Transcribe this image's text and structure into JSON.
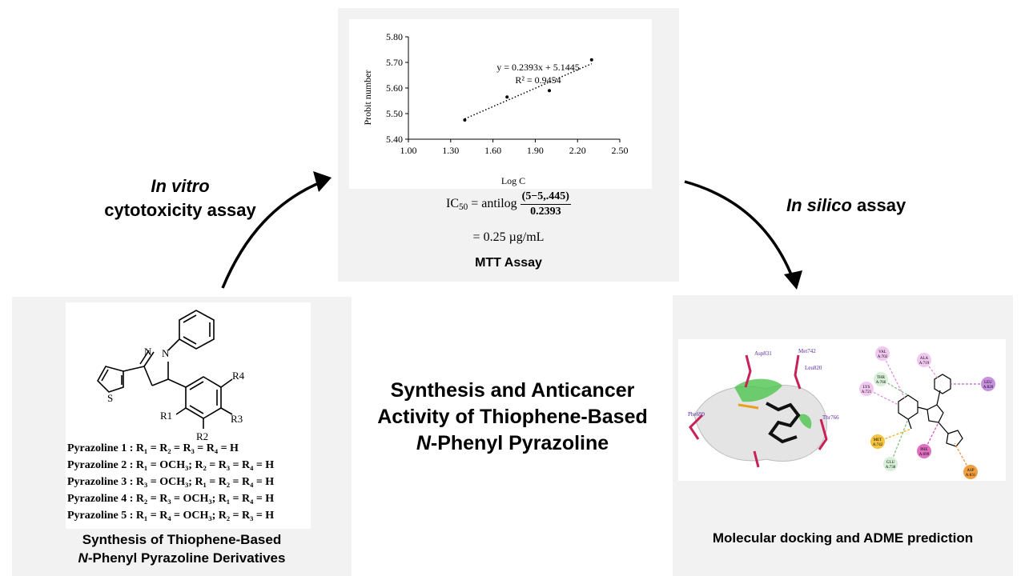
{
  "arrows": {
    "left_label_italic": "In vitro",
    "left_label_rest": "cytotoxicity assay",
    "right_label_italic": "In silico",
    "right_label_rest": "assay"
  },
  "center_title": {
    "line1": "Synthesis and Anticancer",
    "line2": "Activity of Thiophene-Based",
    "line3_italic": "N",
    "line3_rest": "-Phenyl Pyrazoline"
  },
  "mtt_panel": {
    "caption": "MTT Assay",
    "ic50_lhs": "IC",
    "ic50_sub": "50",
    "ic50_mid": " = antilog ",
    "ic50_num": "(5−5,.445)",
    "ic50_den": "0.2393",
    "result": "= 0.25 µg/mL"
  },
  "chart_data": {
    "type": "scatter",
    "x": [
      1.4,
      1.7,
      2.0,
      2.3
    ],
    "y": [
      5.475,
      5.565,
      5.59,
      5.71
    ],
    "trendline": {
      "slope": 0.2393,
      "intercept": 5.1445,
      "x_range": [
        1.4,
        2.3
      ],
      "style": "dotted"
    },
    "equation": "y = 0.2393x + 5.1445",
    "r_squared": "R² = 0.9454",
    "xlabel": "Log C",
    "ylabel": "Probit number",
    "xlim": [
      1.0,
      2.5
    ],
    "ylim": [
      5.4,
      5.8
    ],
    "x_ticks": [
      "1.00",
      "1.30",
      "1.60",
      "1.90",
      "2.20",
      "2.50"
    ],
    "y_ticks": [
      "5.40",
      "5.50",
      "5.60",
      "5.70",
      "5.80"
    ],
    "grid": false
  },
  "synthesis_panel": {
    "caption_line1": "Synthesis of Thiophene-Based",
    "caption_line2_italic": "N",
    "caption_line2_rest": "-Phenyl Pyrazoline Derivatives",
    "atoms": {
      "n1": "N",
      "n2": "N",
      "s": "S",
      "r1": "R1",
      "r2": "R2",
      "r3": "R3",
      "r4": "R4"
    },
    "substituents": [
      "Pyrazoline 1 : R₁ = R₂ = R₃ = R₄ = H",
      "Pyrazoline 2 : R₁ = OCH₃; R₂ = R₃ = R₄ = H",
      "Pyrazoline 3 : R₃ = OCH₃; R₁ = R₂ = R₄ = H",
      "Pyrazoline 4 : R₂ = R₃ = OCH₃; R₁ = R₄ = H",
      "Pyrazoline 5 : R₁ = R₄ = OCH₃; R₂ = R₃ = H"
    ]
  },
  "docking_panel": {
    "caption": "Molecular docking and ADME prediction",
    "residues_3d": [
      "Asp831",
      "Met742",
      "Leu820",
      "Thr766",
      "Phe699"
    ],
    "residues_2d": [
      {
        "name": "VAL",
        "id": "A:702",
        "color": "#f0c8f0"
      },
      {
        "name": "ALA",
        "id": "A:719",
        "color": "#f0c8f0"
      },
      {
        "name": "THR",
        "id": "A:766",
        "color": "#d8f0d8"
      },
      {
        "name": "LEU",
        "id": "A:820",
        "color": "#c890e0"
      },
      {
        "name": "LYS",
        "id": "A:721",
        "color": "#f0c8f0"
      },
      {
        "name": "MET",
        "id": "A:742",
        "color": "#f5c542"
      },
      {
        "name": "PHE",
        "id": "A:699",
        "color": "#e070c0"
      },
      {
        "name": "GLU",
        "id": "A:738",
        "color": "#d8f0d8"
      },
      {
        "name": "ASP",
        "id": "A:831",
        "color": "#f0a040"
      }
    ]
  }
}
